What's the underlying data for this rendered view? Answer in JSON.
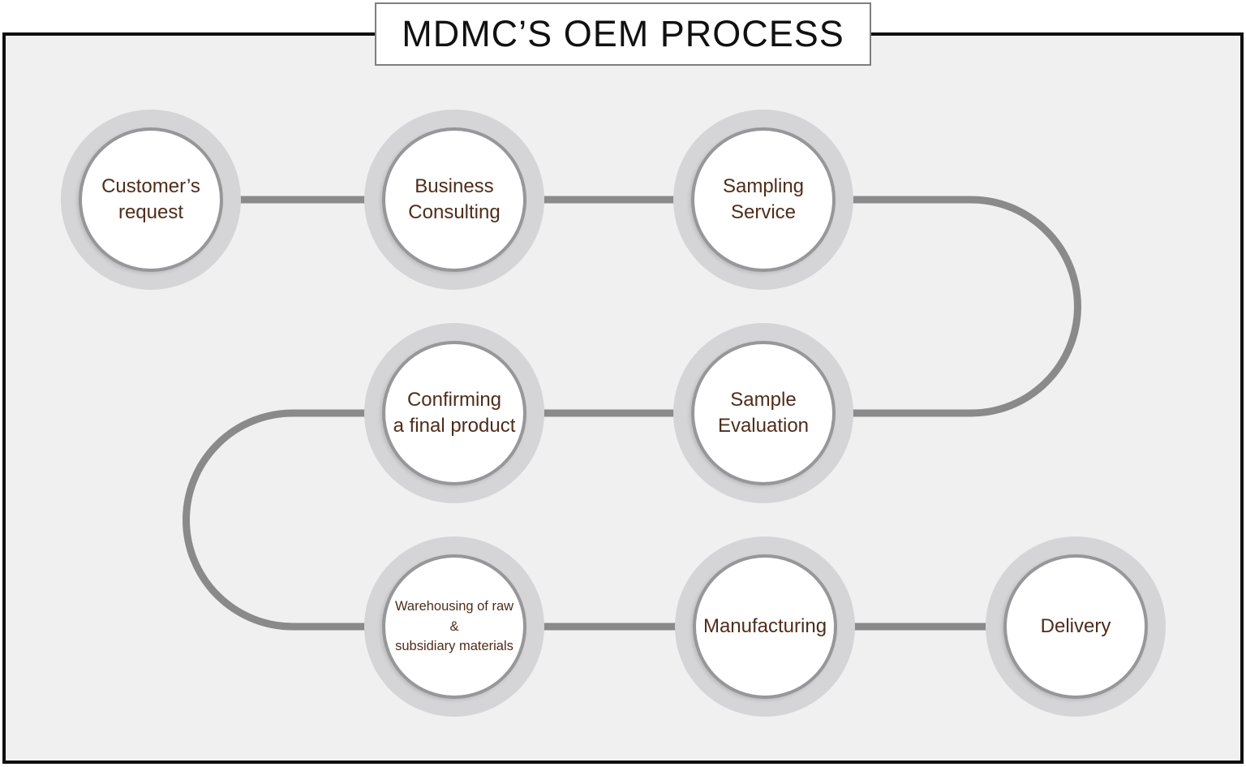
{
  "title": "MDMC’S OEM PROCESS",
  "diagram_type": "process-flow",
  "flow_order": [
    "Customer’s request",
    "Business Consulting",
    "Sampling Service",
    "Sample Evaluation",
    "Confirming a final product",
    "Warehousing of raw & subsidiary materials",
    "Manufacturing",
    "Delivery"
  ],
  "nodes": [
    {
      "id": "customers-request",
      "label": "Customer’s\nrequest"
    },
    {
      "id": "business-consulting",
      "label": "Business\nConsulting"
    },
    {
      "id": "sampling-service",
      "label": "Sampling\nService"
    },
    {
      "id": "confirming-final-product",
      "label": "Confirming\na final product"
    },
    {
      "id": "sample-evaluation",
      "label": "Sample\nEvaluation"
    },
    {
      "id": "warehousing-materials",
      "label": "Warehousing of raw\n&\nsubsidiary materials"
    },
    {
      "id": "manufacturing",
      "label": "Manufacturing"
    },
    {
      "id": "delivery",
      "label": "Delivery"
    }
  ],
  "colors": {
    "frame_border": "#0f0f0f",
    "canvas_background": "#f0f0f1",
    "node_ring": "#d5d5d7",
    "node_border": "#97979a",
    "node_fill": "#ffffff",
    "connector": "#8a8a8a",
    "node_text": "#4f2d1a",
    "title_text": "#111111",
    "title_box_border": "#7f7f7f"
  }
}
